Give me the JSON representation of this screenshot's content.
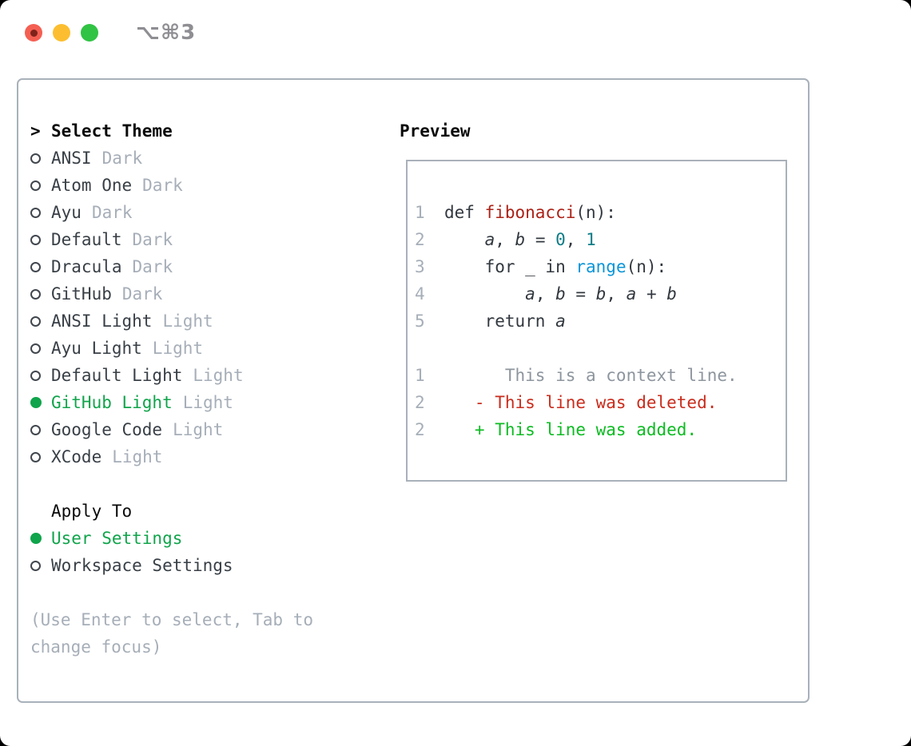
{
  "window": {
    "title": "⌥⌘3"
  },
  "theme_picker": {
    "prompt": ">",
    "header": "Select Theme",
    "themes": [
      {
        "name": "ANSI",
        "tag": "Dark",
        "selected": false
      },
      {
        "name": "Atom One",
        "tag": "Dark",
        "selected": false
      },
      {
        "name": "Ayu",
        "tag": "Dark",
        "selected": false
      },
      {
        "name": "Default",
        "tag": "Dark",
        "selected": false
      },
      {
        "name": "Dracula",
        "tag": "Dark",
        "selected": false
      },
      {
        "name": "GitHub",
        "tag": "Dark",
        "selected": false
      },
      {
        "name": "ANSI Light",
        "tag": "Light",
        "selected": false
      },
      {
        "name": "Ayu Light",
        "tag": "Light",
        "selected": false
      },
      {
        "name": "Default Light",
        "tag": "Light",
        "selected": false
      },
      {
        "name": "GitHub Light",
        "tag": "Light",
        "selected": true
      },
      {
        "name": "Google Code",
        "tag": "Light",
        "selected": false
      },
      {
        "name": "XCode",
        "tag": "Light",
        "selected": false
      }
    ],
    "apply_to": {
      "header": "Apply To",
      "options": [
        {
          "name": "User Settings",
          "selected": true
        },
        {
          "name": "Workspace Settings",
          "selected": false
        }
      ]
    },
    "hint_lines": [
      "(Use Enter to select, Tab to",
      "change focus)"
    ]
  },
  "preview": {
    "title": "Preview",
    "lines": [
      {
        "num": "1",
        "tokens": [
          [
            "def ",
            "code"
          ],
          [
            "fibonacci",
            "func"
          ],
          [
            "(n):",
            "code"
          ]
        ]
      },
      {
        "num": "2",
        "tokens": [
          [
            "    ",
            "code"
          ],
          [
            "a",
            "var"
          ],
          [
            ", ",
            "code"
          ],
          [
            "b",
            "var"
          ],
          [
            " = ",
            "code"
          ],
          [
            "0",
            "num"
          ],
          [
            ", ",
            "code"
          ],
          [
            "1",
            "num"
          ]
        ]
      },
      {
        "num": "3",
        "tokens": [
          [
            "    for _ in ",
            "code"
          ],
          [
            "range",
            "builtin"
          ],
          [
            "(n):",
            "code"
          ]
        ]
      },
      {
        "num": "4",
        "tokens": [
          [
            "        ",
            "code"
          ],
          [
            "a",
            "var"
          ],
          [
            ", ",
            "code"
          ],
          [
            "b",
            "var"
          ],
          [
            " = ",
            "code"
          ],
          [
            "b",
            "var"
          ],
          [
            ", ",
            "code"
          ],
          [
            "a",
            "var"
          ],
          [
            " + ",
            "code"
          ],
          [
            "b",
            "var"
          ]
        ]
      },
      {
        "num": "5",
        "tokens": [
          [
            "    return ",
            "code"
          ],
          [
            "a",
            "var"
          ]
        ]
      },
      {
        "num": "",
        "tokens": []
      },
      {
        "num": "1",
        "tokens": [
          [
            "      This is a context line.",
            "context"
          ]
        ]
      },
      {
        "num": "2",
        "tokens": [
          [
            "   - This line was deleted.",
            "deleted"
          ]
        ]
      },
      {
        "num": "2",
        "tokens": [
          [
            "   + This line was added.",
            "added"
          ]
        ]
      }
    ]
  },
  "icons": {
    "close_button": "traffic-light-close-icon",
    "minimize_button": "traffic-light-minimize-icon",
    "zoom_button": "traffic-light-zoom-icon",
    "radio_unselected": "radio-circle-icon",
    "radio_selected": "radio-filled-icon"
  },
  "colors": {
    "page_bg": "#000000",
    "window_bg": "#ffffff",
    "border_gray": "#a9b1ba",
    "muted_gray": "#a6aeb8",
    "list_text": "#383f46",
    "heading_black": "#0a0a0a",
    "selection_green": "#10a44b",
    "radio_outline": "#41474e",
    "titlebar_gray": "#8e8e93",
    "traffic_red": "#f45f52",
    "traffic_red_dot": "#7e221b",
    "traffic_yellow": "#fcbe30",
    "traffic_green": "#31c343",
    "code_text": "#32383f",
    "func_red": "#ab2116",
    "number_teal": "#0e7c86",
    "builtin_blue": "#0b95d8",
    "context_gray": "#8d959e",
    "deleted_red": "#c92c1c",
    "added_green": "#0dbb22"
  }
}
